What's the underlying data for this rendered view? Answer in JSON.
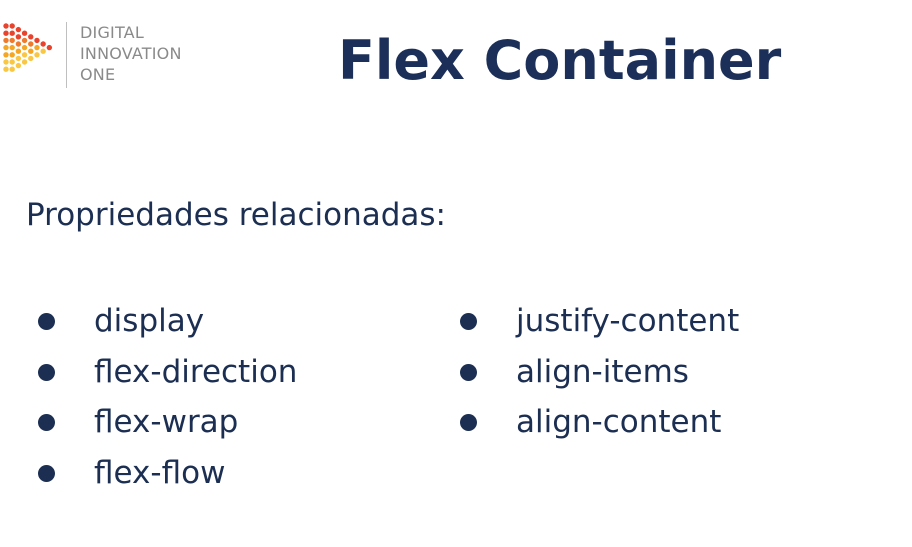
{
  "logo": {
    "lines": [
      "DIGITAL",
      "INNOVATION",
      "ONE"
    ],
    "icon": "dotted-triangle-logo-icon",
    "colors": [
      "#e8432d",
      "#f07a2b",
      "#f5a623",
      "#f9c743"
    ]
  },
  "title": "Flex Container",
  "subtitle": "Propriedades relacionadas:",
  "lists": {
    "left": [
      "display",
      "flex-direction",
      "flex-wrap",
      "flex-flow"
    ],
    "right": [
      "justify-content",
      "align-items",
      "align-content"
    ]
  },
  "colors": {
    "text": "#1c2f52",
    "title": "#1c2f58",
    "logo_text": "#8a8a8a",
    "background": "#ffffff"
  }
}
